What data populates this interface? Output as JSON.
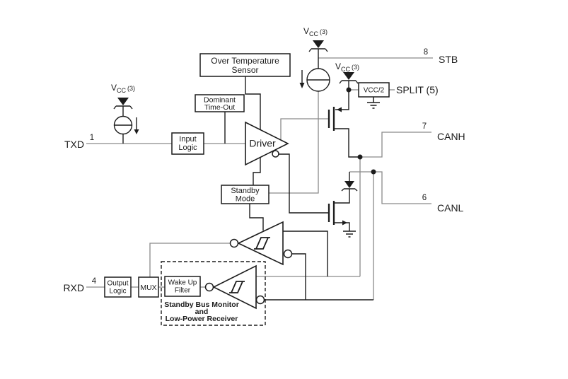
{
  "colors": {
    "background": "#ffffff",
    "component_line": "#1c1c1c",
    "wire_gray": "#8a8a8a",
    "text": "#1c1c1c"
  },
  "supply": {
    "v": "V",
    "sub": "CC",
    "note": "(3)"
  },
  "pins": {
    "txd": {
      "number": "1",
      "name": "TXD"
    },
    "rxd": {
      "number": "4",
      "name": "RXD"
    },
    "stb": {
      "number": "8",
      "name": "STB"
    },
    "canh": {
      "number": "7",
      "name": "CANH"
    },
    "canl": {
      "number": "6",
      "name": "CANL"
    },
    "split": {
      "name": "SPLIT (5)"
    }
  },
  "blocks": {
    "over_temperature_sensor": {
      "line1": "Over Temperature",
      "line2": "Sensor"
    },
    "dominant_timeout": {
      "line1": "Dominant",
      "line2": "Time-Out"
    },
    "input_logic": {
      "line1": "Input",
      "line2": "Logic"
    },
    "driver": {
      "label": "Driver"
    },
    "standby_mode": {
      "line1": "Standby",
      "line2": "Mode"
    },
    "vcc_half": {
      "label": "VCC/2"
    },
    "output_logic": {
      "line1": "Output",
      "line2": "Logic"
    },
    "mux": {
      "label": "MUX"
    },
    "wake_up_filter": {
      "line1": "Wake Up",
      "line2": "Filter"
    },
    "standby_bus_monitor": {
      "line1": "Standby Bus Monitor",
      "line2": "and",
      "line3": "Low-Power Receiver"
    }
  },
  "symbols": {
    "vcc_diode": "diode-to-vcc",
    "current_source": "circle-with-bar-and-down-arrow",
    "pmos": "p-channel-mosfet",
    "nmos": "n-channel-mosfet",
    "clamp_diode": "diode",
    "ground": "chassis-ground",
    "schmitt": "hysteresis-comparator-triangle",
    "bubble": "inversion-circle",
    "junction": "connection-dot"
  }
}
